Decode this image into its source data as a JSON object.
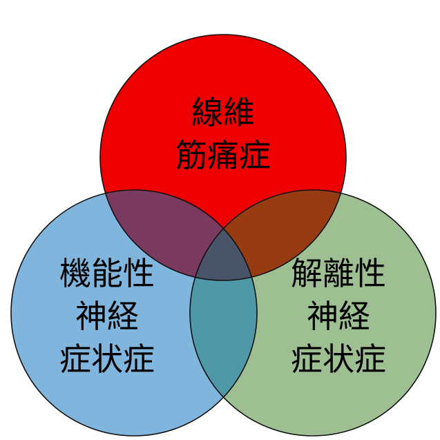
{
  "diagram": {
    "type": "venn",
    "colors": {
      "top": "#ee0000",
      "left": "#80b5dd",
      "right": "#9dbf91",
      "top_left": "#7b3a5f",
      "top_right": "#973c12",
      "left_right": "#4f98a8",
      "center": "#4a5469",
      "outline": "#111111"
    },
    "sets": {
      "top": {
        "lines": [
          "線維",
          "筋痛症"
        ]
      },
      "left": {
        "lines": [
          "機能性",
          "神経",
          "症状症"
        ]
      },
      "right": {
        "lines": [
          "解離性",
          "神経",
          "症状症"
        ]
      }
    }
  }
}
